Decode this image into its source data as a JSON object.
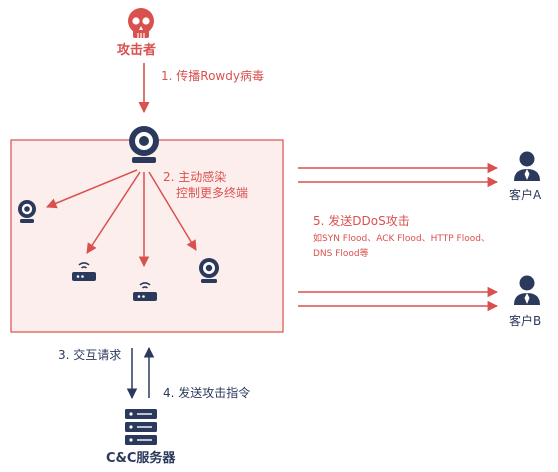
{
  "colors": {
    "accent_red": "#d9514e",
    "box_fill": "#fdeeee",
    "navy": "#2b3a5c"
  },
  "nodes": {
    "attacker": {
      "label": "攻击者",
      "icon": "skull-icon"
    },
    "cnc_server": {
      "label": "C&C服务器",
      "icon": "server-icon"
    },
    "client_a": {
      "label": "客户A",
      "icon": "user-icon"
    },
    "client_b": {
      "label": "客户B",
      "icon": "user-icon"
    },
    "infected_devices": [
      "webcam-icon",
      "webcam-icon",
      "router-icon",
      "router-icon",
      "webcam-icon"
    ]
  },
  "steps": {
    "s1": "1. 传播Rowdy病毒",
    "s2_line1": "2. 主动感染",
    "s2_line2": "控制更多终端",
    "s3": "3. 交互请求",
    "s4": "4. 发送攻击指令",
    "s5": "5. 发送DDoS攻击",
    "s5_detail_line1": "如SYN Flood、ACK Flood、HTTP Flood、",
    "s5_detail_line2": "DNS Flood等"
  }
}
